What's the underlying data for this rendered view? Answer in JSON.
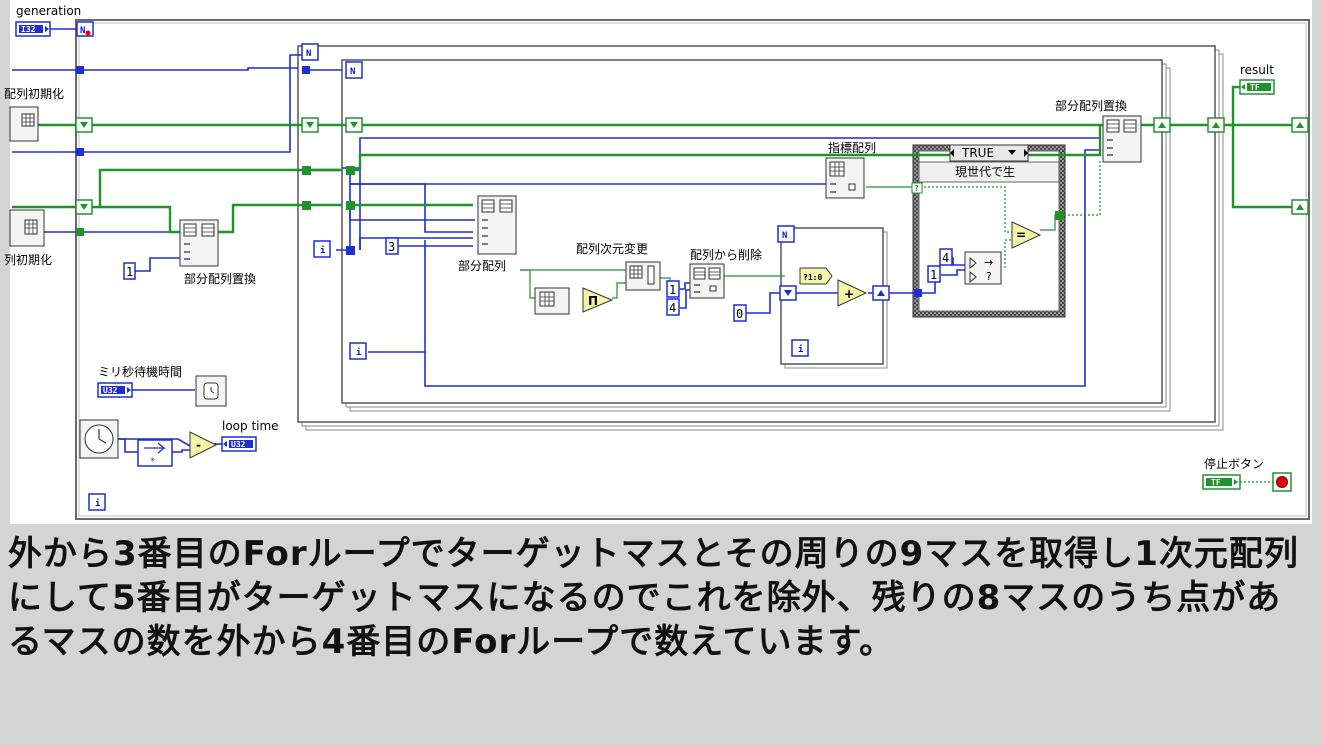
{
  "labels": {
    "generation": "generation",
    "result": "result",
    "init_top": "配列初期化",
    "init_bottom": "列初期化",
    "replace_left": "部分配列置換",
    "replace_right": "部分配列置換",
    "subarray": "部分配列",
    "reshape": "配列次元変更",
    "delete": "配列から削除",
    "index": "指標配列",
    "wait_ms": "ミリ秒待機時間",
    "loop_time": "loop time",
    "stop_button": "停止ボタン",
    "case_value": "TRUE",
    "case_label": "現世代で生"
  },
  "terminals": {
    "i32": "I32",
    "u32": "U32",
    "tf": "TF",
    "n": "N",
    "i": "i"
  },
  "constants": {
    "one_left": "1",
    "three": "3",
    "one_delete": "1",
    "four_delete": "4",
    "zero": "0",
    "four_case": "4",
    "one_case": "1"
  },
  "caption": "外から3番目のForループでターゲットマスとその周りの9マスを取得し1次元配列にして5番目がターゲットマスになるのでこれを除外、残りの8マスのうち点があるマスの数を外から4番目のForループで数えています。",
  "colors": {
    "int_wire": "#1c2fd6",
    "bool_wire": "#21922c",
    "stop": "#e00000"
  }
}
